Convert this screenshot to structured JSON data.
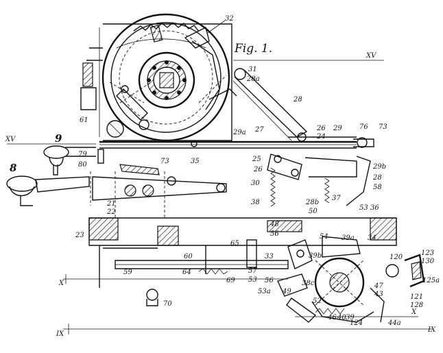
{
  "figure": {
    "title": "Fig. 1."
  },
  "section_marks": {
    "xv_right": "XV",
    "xv_left": "XV",
    "x_left": "X",
    "x_right": "X",
    "ix_left": "IX",
    "ix_right": "IX"
  },
  "reference_numerals": {
    "n32": "32",
    "n31": "31",
    "n28a": "28a",
    "n28": "28",
    "n61": "61",
    "n26_top": "26",
    "n29": "29",
    "n76": "76",
    "n73_right": "73",
    "n29a": "29a",
    "n27": "27",
    "n24": "24",
    "n9": "9",
    "n79": "79",
    "n80": "80",
    "n73_left": "73",
    "n35": "35",
    "n25": "25",
    "n26_mid": "26",
    "n29b": "29b",
    "n8": "8",
    "n30": "30",
    "n38": "38",
    "n37": "37",
    "n28_mid": "28",
    "n58": "58",
    "n21": "21",
    "n22": "22",
    "n28b": "28b",
    "n53": "53",
    "n36": "36",
    "n50": "50",
    "n23": "23",
    "n48": "48",
    "n56_top": "56",
    "n54": "54",
    "n39a": "39a",
    "n34": "34",
    "n65": "65",
    "n60": "60",
    "n33": "33",
    "n39b": "39b",
    "n57": "57",
    "n53_lower": "53",
    "n59": "59",
    "n64": "64",
    "n69": "69",
    "n56_low": "56",
    "n38c": "38c",
    "n53a": "53a",
    "n49": "49",
    "n52": "52",
    "n47": "47",
    "n43": "43",
    "n46": "46",
    "n40": "40",
    "n39": "39",
    "n124": "124",
    "n44a": "44a",
    "n70": "70",
    "n120": "120",
    "n123": "123",
    "n130": "130",
    "n125a": "125a",
    "n121": "121",
    "n128": "128"
  }
}
